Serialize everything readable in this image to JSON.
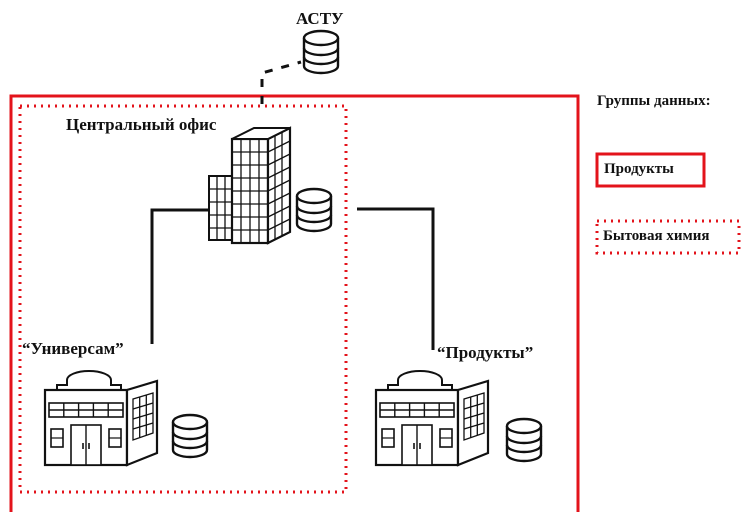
{
  "nodes": {
    "asty": {
      "label": "АСТУ",
      "icon": "database-icon"
    },
    "central_office": {
      "label": "Центральный офис",
      "icon": "office-tower-icon"
    },
    "universam": {
      "label": "“Универсам”",
      "icon": "store-building-icon"
    },
    "produkty_store": {
      "label": "“Продукты”",
      "icon": "store-building-icon"
    }
  },
  "legend": {
    "title": "Группы данных:",
    "items": [
      {
        "label": "Продукты",
        "style": "solid"
      },
      {
        "label": "Бытовая химия",
        "style": "dotted"
      }
    ]
  },
  "colors": {
    "group_border": "#e3131b",
    "line": "#111111",
    "background": "#ffffff"
  }
}
